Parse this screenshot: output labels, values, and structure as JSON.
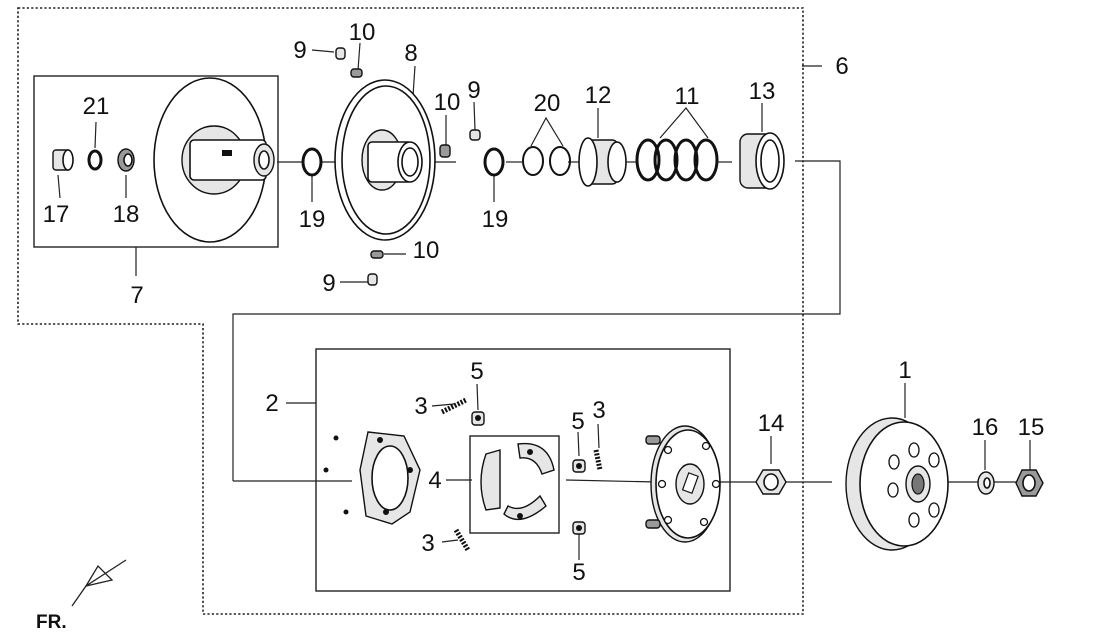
{
  "diagram": {
    "labels": {
      "p1": "1",
      "p2": "2",
      "p3a": "3",
      "p3b": "3",
      "p3c": "3",
      "p4": "4",
      "p5a": "5",
      "p5b": "5",
      "p5c": "5",
      "p6": "6",
      "p7": "7",
      "p8": "8",
      "p9a": "9",
      "p9b": "9",
      "p9c": "9",
      "p10a": "10",
      "p10b": "10",
      "p10c": "10",
      "p11": "11",
      "p12": "12",
      "p13": "13",
      "p14": "14",
      "p15": "15",
      "p16": "16",
      "p17": "17",
      "p18": "18",
      "p19a": "19",
      "p19b": "19",
      "p20": "20",
      "p21": "21"
    },
    "direction_label": "FR."
  }
}
